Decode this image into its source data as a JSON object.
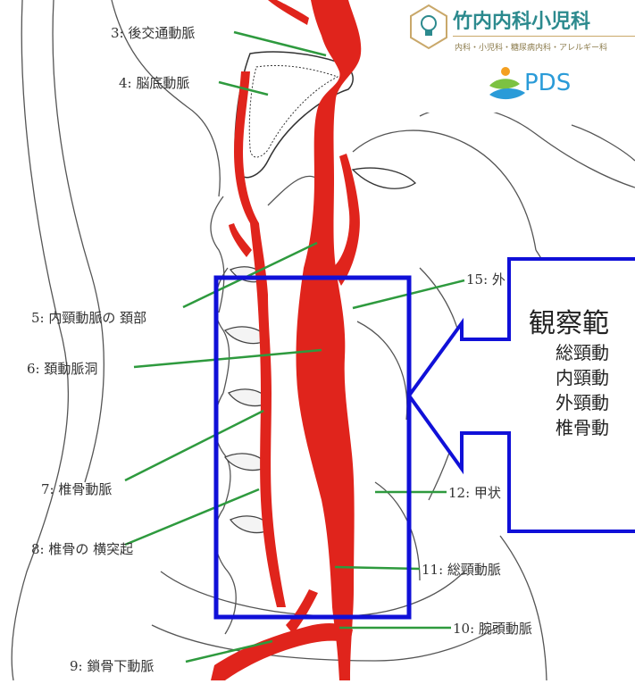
{
  "labels": [
    {
      "id": "3",
      "text": "3: 後交通動脈"
    },
    {
      "id": "4",
      "text": "4: 脳底動脈"
    },
    {
      "id": "5",
      "text": "5: 内頸動脈の 頚部"
    },
    {
      "id": "6",
      "text": "6: 頚動脈洞"
    },
    {
      "id": "7",
      "text": "7: 椎骨動脈"
    },
    {
      "id": "8",
      "text": "8: 椎骨の 横突起"
    },
    {
      "id": "9",
      "text": "9: 鎖骨下動脈"
    },
    {
      "id": "10",
      "text": "10: 腕頭動脈"
    },
    {
      "id": "11",
      "text": "11: 総頸動脈"
    },
    {
      "id": "12",
      "text": "12: 甲状"
    },
    {
      "id": "15",
      "text": "15: 外"
    }
  ],
  "logo": {
    "clinic_name": "竹内内科小児科",
    "subtitle": "内科・小児科・糖尿病内科・アレルギー科",
    "pds": "PDS"
  },
  "callout": {
    "title": "観察範",
    "items": [
      "総頸動",
      "内頸動",
      "外頸動",
      "椎骨動"
    ]
  },
  "colors": {
    "artery": "#e0241c",
    "leader": "#2e9a3e",
    "highlight_box": "#1010d8",
    "logo_teal": "#2c8a8e",
    "logo_gold": "#c9a86a",
    "pds_blue": "#2a9bd8"
  }
}
